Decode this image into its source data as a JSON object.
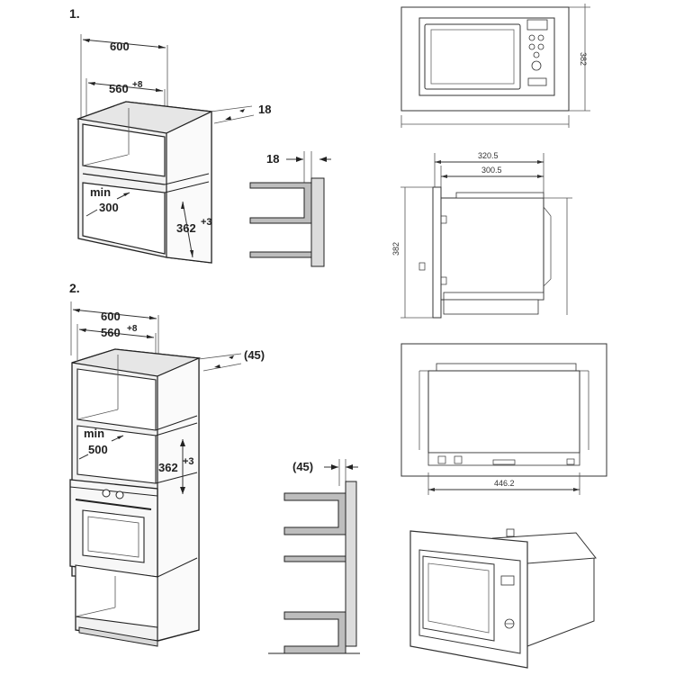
{
  "step1": {
    "number": "1.",
    "width": "600",
    "inner_width": "560",
    "inner_width_tol": "+8",
    "side_thickness": "18",
    "min_label": "min",
    "min_depth": "300",
    "height": "362",
    "height_tol": "+3",
    "detail_thickness": "18"
  },
  "step2": {
    "number": "2.",
    "width": "600",
    "inner_width": "560",
    "inner_width_tol": "+8",
    "side_gap": "(45)",
    "min_label": "min",
    "min_depth": "500",
    "height": "362",
    "height_tol": "+3",
    "detail_gap": "(45)"
  },
  "drawings": {
    "front_height": "382",
    "side_depth_outer": "320.5",
    "side_depth_inner": "300.5",
    "side_height": "382",
    "top_width": "446.2"
  }
}
